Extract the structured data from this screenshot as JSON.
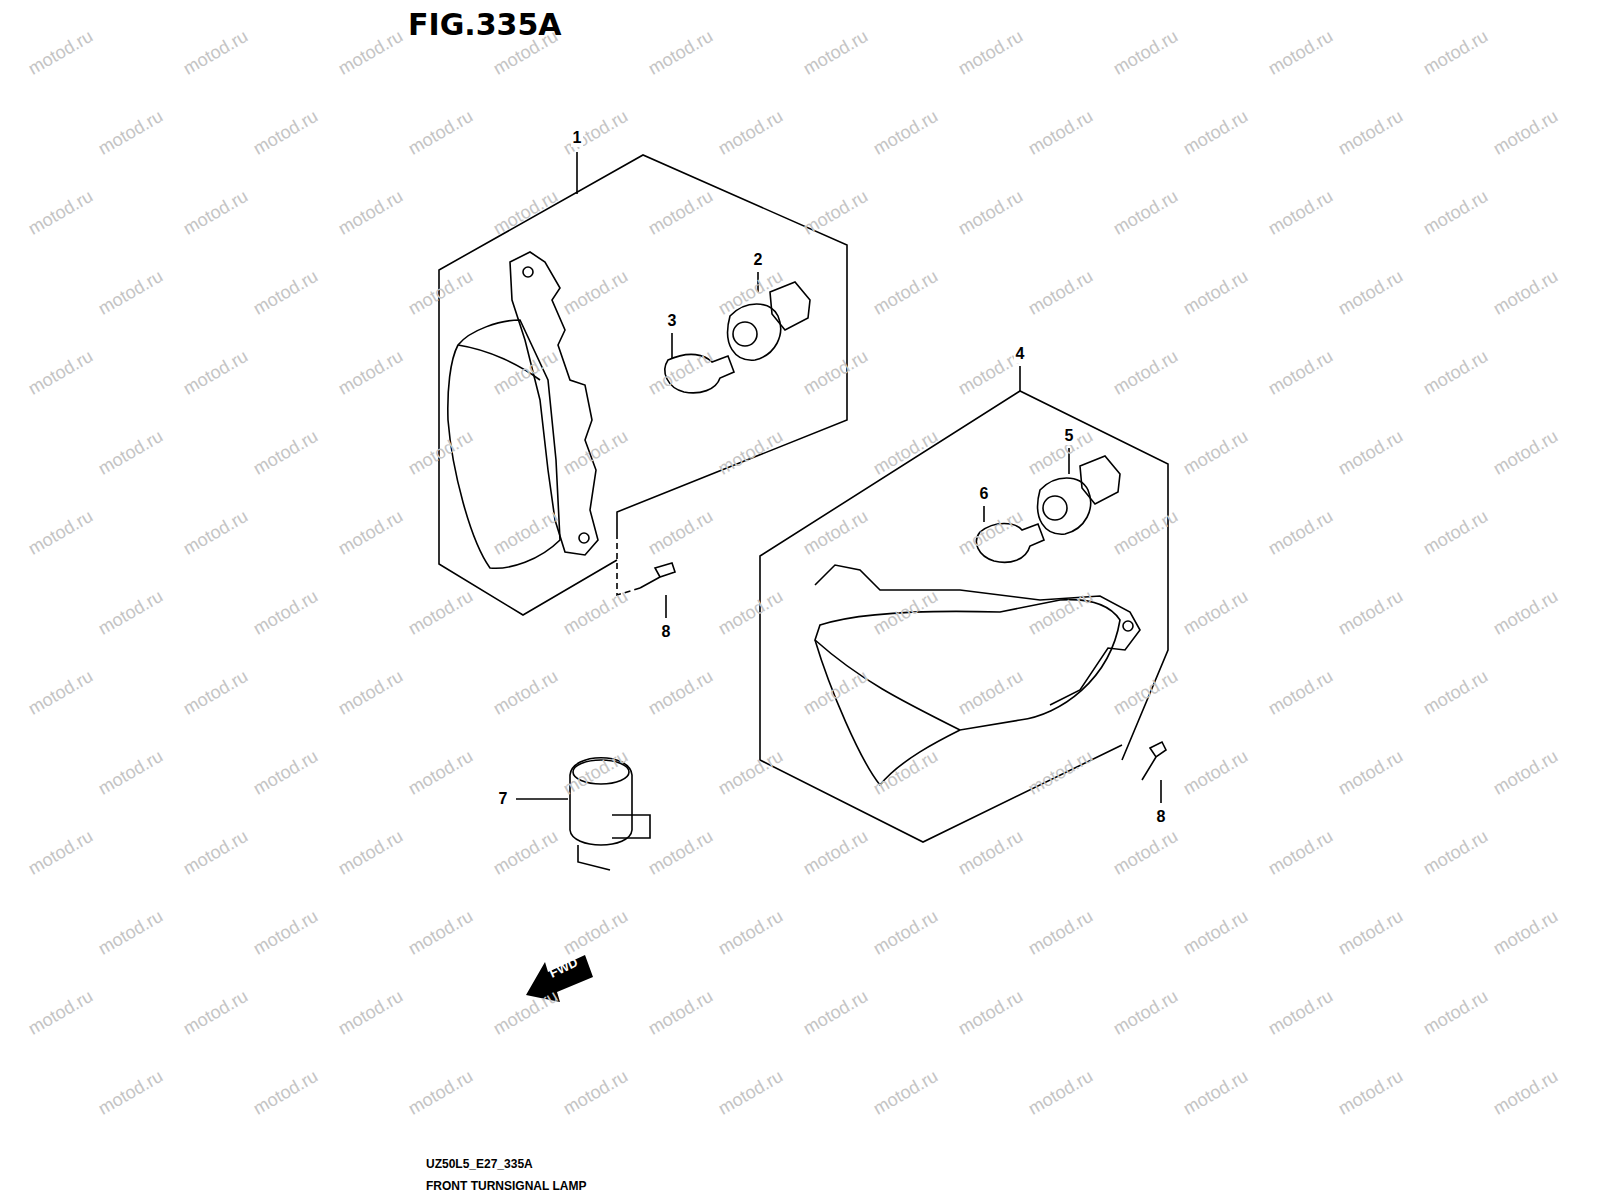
{
  "diagram": {
    "title": "FIG.335A",
    "caption": "FRONT TURNSIGNAL LAMP",
    "labels": [
      "1",
      "2",
      "3",
      "4",
      "5",
      "6",
      "7",
      "8",
      "8",
      "FWD",
      "UZ50L5_E27_335A",
      "motod.ru",
      "motod.ru",
      "motod.ru",
      "motod.ru",
      "motod.ru",
      "motod.ru",
      "motod.ru",
      "motod.ru",
      "motod.ru",
      "motod.ru",
      "motod.ru",
      "motod.ru",
      "motod.ru",
      "motod.ru",
      "motod.ru",
      "motod.ru",
      "motod.ru",
      "motod.ru",
      "motod.ru",
      "motod.ru",
      "motod.ru",
      "motod.ru",
      "motod.ru",
      "motod.ru",
      "motod.ru",
      "motod.ru",
      "motod.ru",
      "motod.ru",
      "motod.ru",
      "motod.ru",
      "motod.ru",
      "motod.ru",
      "motod.ru",
      "motod.ru",
      "motod.ru",
      "motod.ru",
      "motod.ru",
      "motod.ru",
      "motod.ru",
      "motod.ru",
      "motod.ru",
      "motod.ru",
      "motod.ru",
      "motod.ru",
      "motod.ru",
      "motod.ru",
      "motod.ru",
      "motod.ru",
      "motod.ru",
      "motod.ru",
      "motod.ru",
      "motod.ru",
      "motod.ru",
      "motod.ru",
      "motod.ru",
      "motod.ru",
      "motod.ru",
      "motod.ru",
      "motod.ru",
      "motod.ru",
      "motod.ru",
      "motod.ru",
      "motod.ru",
      "motod.ru",
      "motod.ru",
      "motod.ru",
      "motod.ru",
      "motod.ru",
      "motod.ru",
      "motod.ru",
      "motod.ru",
      "motod.ru",
      "motod.ru",
      "motod.ru",
      "motod.ru",
      "motod.ru",
      "motod.ru",
      "motod.ru",
      "motod.ru",
      "motod.ru",
      "motod.ru",
      "motod.ru",
      "motod.ru",
      "motod.ru",
      "motod.ru",
      "motod.ru",
      "motod.ru",
      "motod.ru",
      "motod.ru",
      "motod.ru",
      "motod.ru",
      "motod.ru",
      "motod.ru",
      "motod.ru",
      "motod.ru",
      "motod.ru",
      "motod.ru",
      "motod.ru",
      "motod.ru",
      "motod.ru",
      "motod.ru",
      "motod.ru",
      "motod.ru",
      "motod.ru",
      "motod.ru",
      "motod.ru",
      "motod.ru",
      "motod.ru",
      "motod.ru",
      "motod.ru",
      "motod.ru",
      "motod.ru",
      "motod.ru",
      "motod.ru",
      "motod.ru",
      "motod.ru",
      "motod.ru",
      "motod.ru",
      "motod.ru",
      "motod.ru",
      "motod.ru",
      "motod.ru",
      "motod.ru",
      "motod.ru",
      "motod.ru",
      "motod.ru",
      "motod.ru",
      "motod.ru",
      "motod.ru",
      "motod.ru",
      "motod.ru",
      "motod.ru",
      "motod.ru",
      "motod.ru",
      "motod.ru",
      "motod.ru",
      "motod.ru",
      "motod.ru",
      "motod.ru",
      "motod.ru"
    ]
  }
}
